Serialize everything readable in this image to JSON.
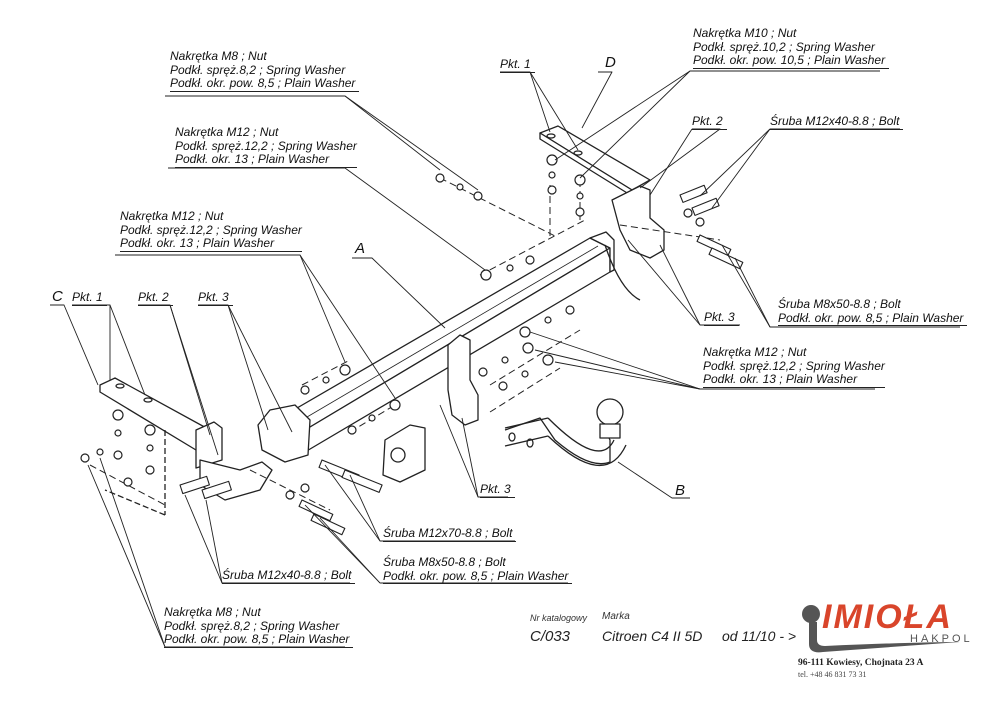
{
  "callouts": {
    "nut_m8_top": [
      "Nakrętka  M8 ; Nut",
      "Podkł. spręż.8,2 ; Spring Washer",
      "Podkł. okr. pow. 8,5 ; Plain Washer"
    ],
    "nut_m10": [
      "Nakrętka  M10 ; Nut",
      "Podkł. spręż.10,2 ; Spring Washer",
      "Podkł. okr. pow. 10,5 ; Plain Washer"
    ],
    "nut_m12_a": [
      "Nakrętka  M12 ; Nut",
      "Podkł. spręż.12,2 ; Spring Washer",
      "Podkł. okr. 13 ; Plain Washer"
    ],
    "nut_m12_b": [
      "Nakrętka  M12 ; Nut",
      "Podkł. spręż.12,2 ; Spring Washer",
      "Podkł. okr. 13 ; Plain Washer"
    ],
    "nut_m12_right": [
      "Nakrętka  M12 ; Nut",
      "Podkł. spręż.12,2 ; Spring Washer",
      "Podkł. okr. 13 ; Plain Washer"
    ],
    "bolt_m12x40_right": "Śruba M12x40-8.8 ;  Bolt",
    "bolt_m8x50_right": [
      "Śruba M8x50-8.8 ;  Bolt",
      "Podkł. okr. pow. 8,5 ; Plain Washer"
    ],
    "bolt_m12x70": "Śruba M12x70-8.8 ;  Bolt",
    "bolt_m8x50_bottom": [
      "Śruba M8x50-8.8 ;  Bolt",
      "Podkł. okr. pow. 8,5 ; Plain Washer"
    ],
    "bolt_m12x40_left": "Śruba M12x40-8.8 ;  Bolt",
    "nut_m8_bottom": [
      "Nakrętka  M8 ; Nut",
      "Podkł. spręż.8,2 ; Spring Washer",
      "Podkł. okr. pow. 8,5 ; Plain Washer"
    ]
  },
  "points": {
    "pkt1_top": "Pkt. 1",
    "pkt2_right": "Pkt. 2",
    "pkt3_right": "Pkt. 3",
    "pkt1_left": "Pkt. 1",
    "pkt2_left": "Pkt. 2",
    "pkt3_left": "Pkt. 3",
    "pkt3_center": "Pkt. 3"
  },
  "parts": {
    "a": "A",
    "b": "B",
    "c": "C",
    "d": "D"
  },
  "info": {
    "catalog_label": "Nr katalogowy",
    "catalog_value": "C/033",
    "brand_label": "Marka",
    "brand_value": "Citroen C4 II 5D",
    "date_value": "od 11/10 - >"
  },
  "company": {
    "name": "IMIOŁA",
    "sub": "HAKPOL",
    "address": "96-111 Kowiesy, Chojnata 23 A",
    "tel": "tel. +48 46 831 73 31",
    "brand_color": "#d9452b"
  }
}
